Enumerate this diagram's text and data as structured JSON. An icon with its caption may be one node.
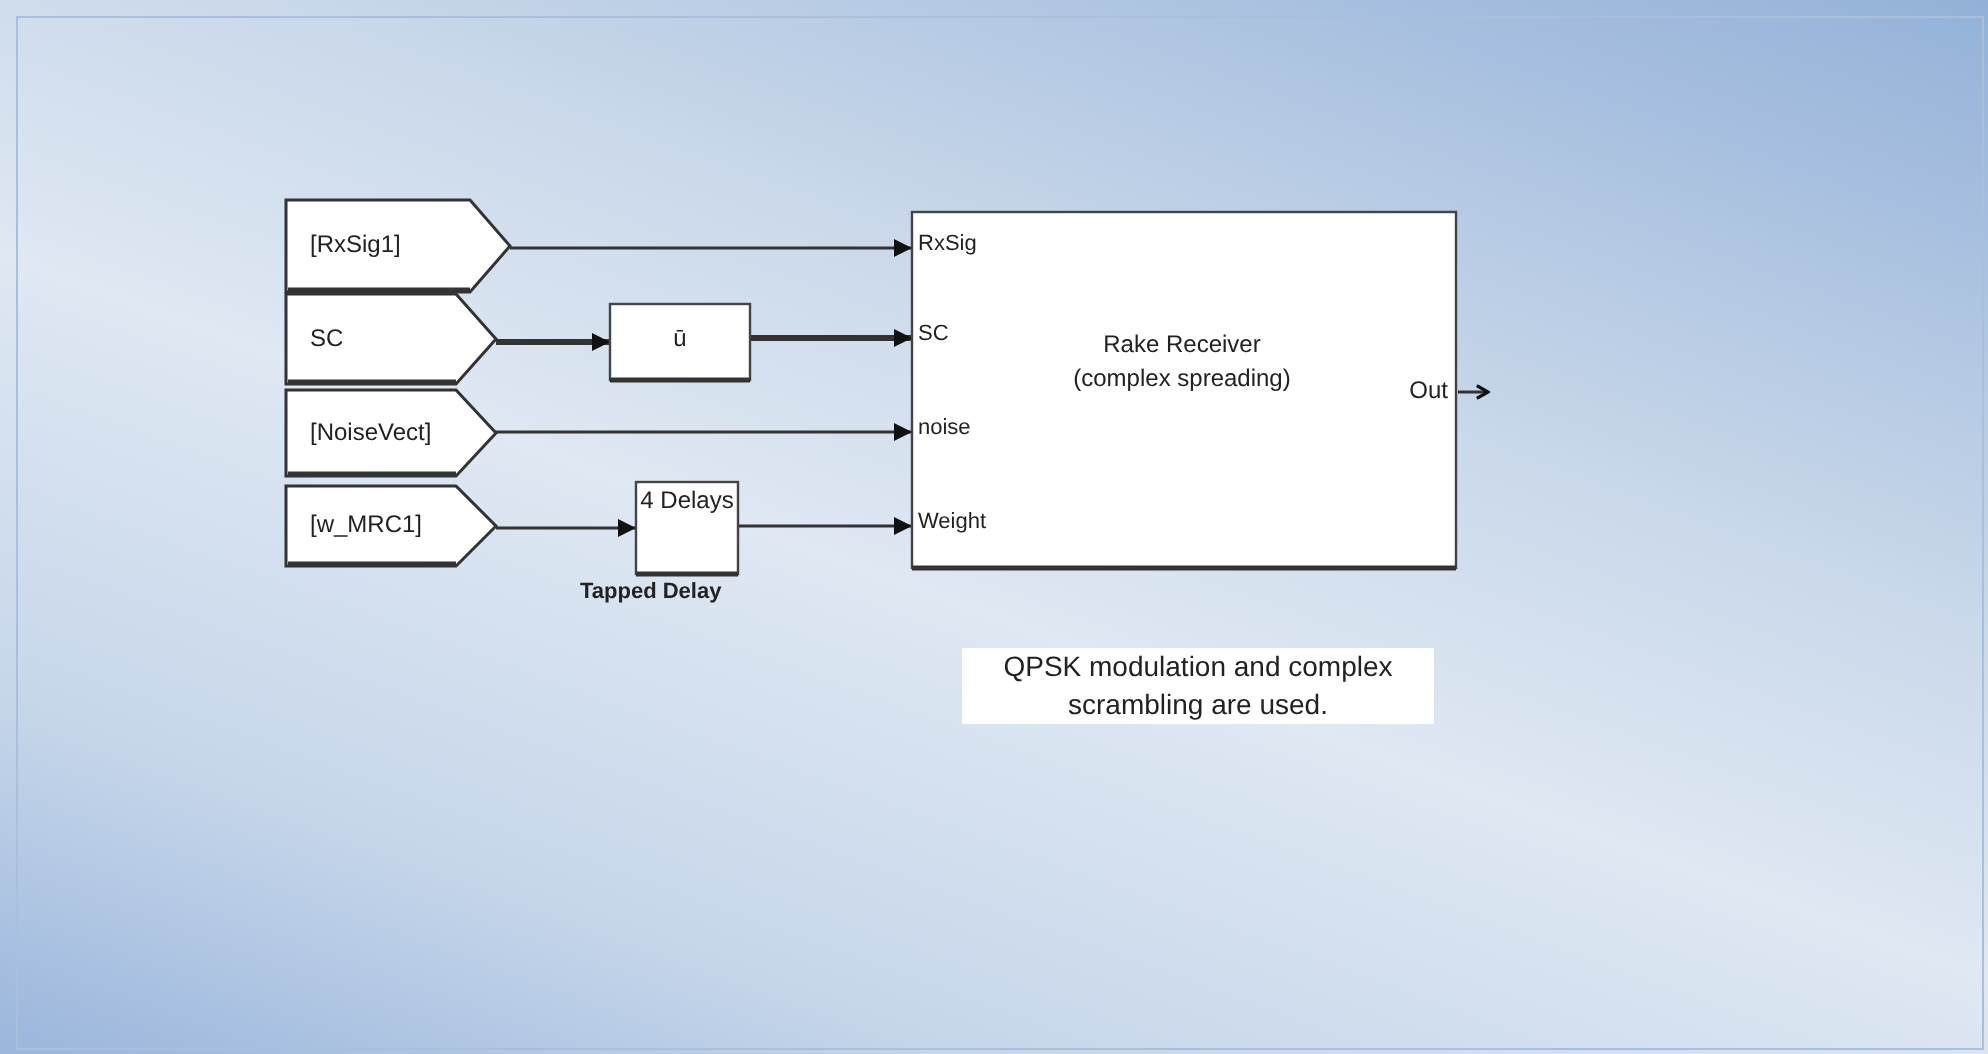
{
  "diagram": {
    "nodes": [
      {
        "text": [
          "[RxSig1]"
        ]
      },
      {
        "text": [
          "SC"
        ]
      },
      {
        "text": [
          "[NoiseVect]"
        ]
      },
      {
        "text": [
          "[w_MRC1]"
        ]
      },
      {
        "text": [
          "ū"
        ]
      },
      {
        "text": [
          "4 Delays"
        ],
        "beside": [
          "Tapped Delay"
        ]
      },
      {
        "text": [
          "RxSig",
          "SC",
          "noise",
          "Weight",
          "Rake Receiver (complex spreading)",
          "Out"
        ]
      }
    ],
    "edges": [
      {
        "from": 0,
        "to": 6,
        "arrow": "to"
      },
      {
        "from": 1,
        "to": 4,
        "arrow": "to",
        "style": "thick"
      },
      {
        "from": 4,
        "to": 6,
        "arrow": "to",
        "style": "thick"
      },
      {
        "from": 2,
        "to": 6,
        "arrow": "to"
      },
      {
        "from": 3,
        "to": 5,
        "arrow": "to"
      },
      {
        "from": 5,
        "to": 6,
        "arrow": "to"
      },
      {
        "from": 6,
        "to": null,
        "arrow": "to"
      }
    ],
    "labels": [
      "QPSK modulation and complex scrambling are used."
    ]
  }
}
